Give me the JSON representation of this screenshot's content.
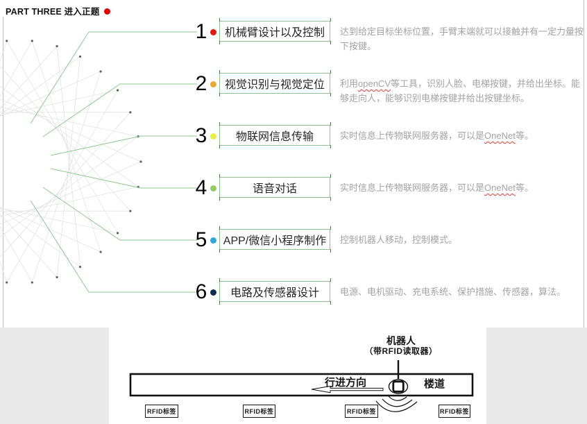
{
  "header": {
    "title": "PART THREE 进入正题",
    "bullet_color": "#e60000"
  },
  "accent": {
    "green": "#8ac48a",
    "desc_gray": "#a3a3a3"
  },
  "items": [
    {
      "num": "1",
      "dot_color": "#e8190c",
      "box": "机械臂设计以及控制",
      "desc": [
        {
          "t": "达到给定目标坐标位置，手臂末端就可以接触并有一定力量按下按键。"
        }
      ]
    },
    {
      "num": "2",
      "dot_color": "#eda833",
      "box": "视觉识别与视觉定位",
      "desc": [
        {
          "t": "利用"
        },
        {
          "t": "openCV",
          "spell": true
        },
        {
          "t": "等工具，识别人脸、电梯按键，并给出坐标。能够走向人，能够识别电梯按键并给出按键坐标。"
        }
      ]
    },
    {
      "num": "3",
      "dot_color": "#e8f03c",
      "box": "物联网信息传输",
      "desc": [
        {
          "t": "实时信息上传物联网服务器，可以是"
        },
        {
          "t": "OneNet",
          "spell": true
        },
        {
          "t": "等。"
        }
      ]
    },
    {
      "num": "4",
      "dot_color": "#8fcf62",
      "box": "语音对话",
      "desc": [
        {
          "t": "实时信息上传物联网服务器，可以是"
        },
        {
          "t": "OneNet",
          "spell": true
        },
        {
          "t": "等。"
        }
      ]
    },
    {
      "num": "5",
      "dot_color": "#2fa8e1",
      "box": "APP/微信小程序制作",
      "desc": [
        {
          "t": "控制机器人移动，控制模式。"
        }
      ]
    },
    {
      "num": "6",
      "dot_color": "#0e2b52",
      "box": "电路及传感器设计",
      "desc": [
        {
          "t": "电源、电机驱动、充电系统、保护措施、传感器，算法。"
        }
      ]
    }
  ],
  "diagram": {
    "robot_label": "机器人",
    "robot_sub_label": "（带RFID读取器）",
    "direction_label": "行进方向",
    "corridor_label": "楼道",
    "tags": [
      "RFID标签",
      "RFID标签",
      "RFID标签",
      "RFID标签"
    ]
  }
}
